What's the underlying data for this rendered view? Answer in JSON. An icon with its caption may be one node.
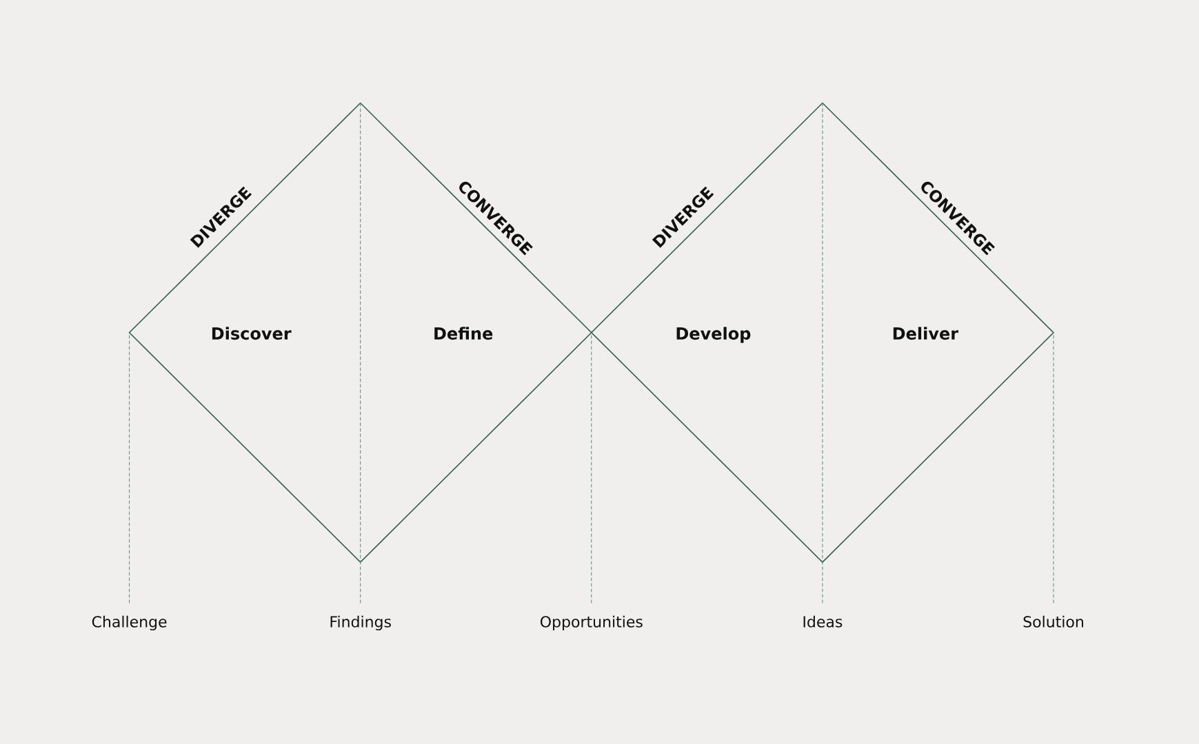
{
  "diagram": {
    "nodes": [
      {
        "text": [
          "DIVERGE",
          "CONVERGE",
          "Discover",
          "Define"
        ]
      },
      {
        "text": [
          "DIVERGE",
          "CONVERGE",
          "Develop",
          "Deliver"
        ]
      },
      {
        "text": [
          "Challenge"
        ]
      },
      {
        "text": [
          "Findings"
        ]
      },
      {
        "text": [
          "Opportunities"
        ]
      },
      {
        "text": [
          "Ideas"
        ]
      },
      {
        "text": [
          "Solution"
        ]
      }
    ],
    "edges": [
      {
        "from": 2,
        "to": 0,
        "arrow": "none",
        "style": "dashed"
      },
      {
        "from": 3,
        "to": 0,
        "arrow": "none",
        "style": "dashed"
      },
      {
        "from": 4,
        "to": 0,
        "arrow": "none",
        "style": "dashed"
      },
      {
        "from": 5,
        "to": 1,
        "arrow": "none",
        "style": "dashed"
      },
      {
        "from": 6,
        "to": 1,
        "arrow": "none",
        "style": "dashed"
      }
    ]
  }
}
